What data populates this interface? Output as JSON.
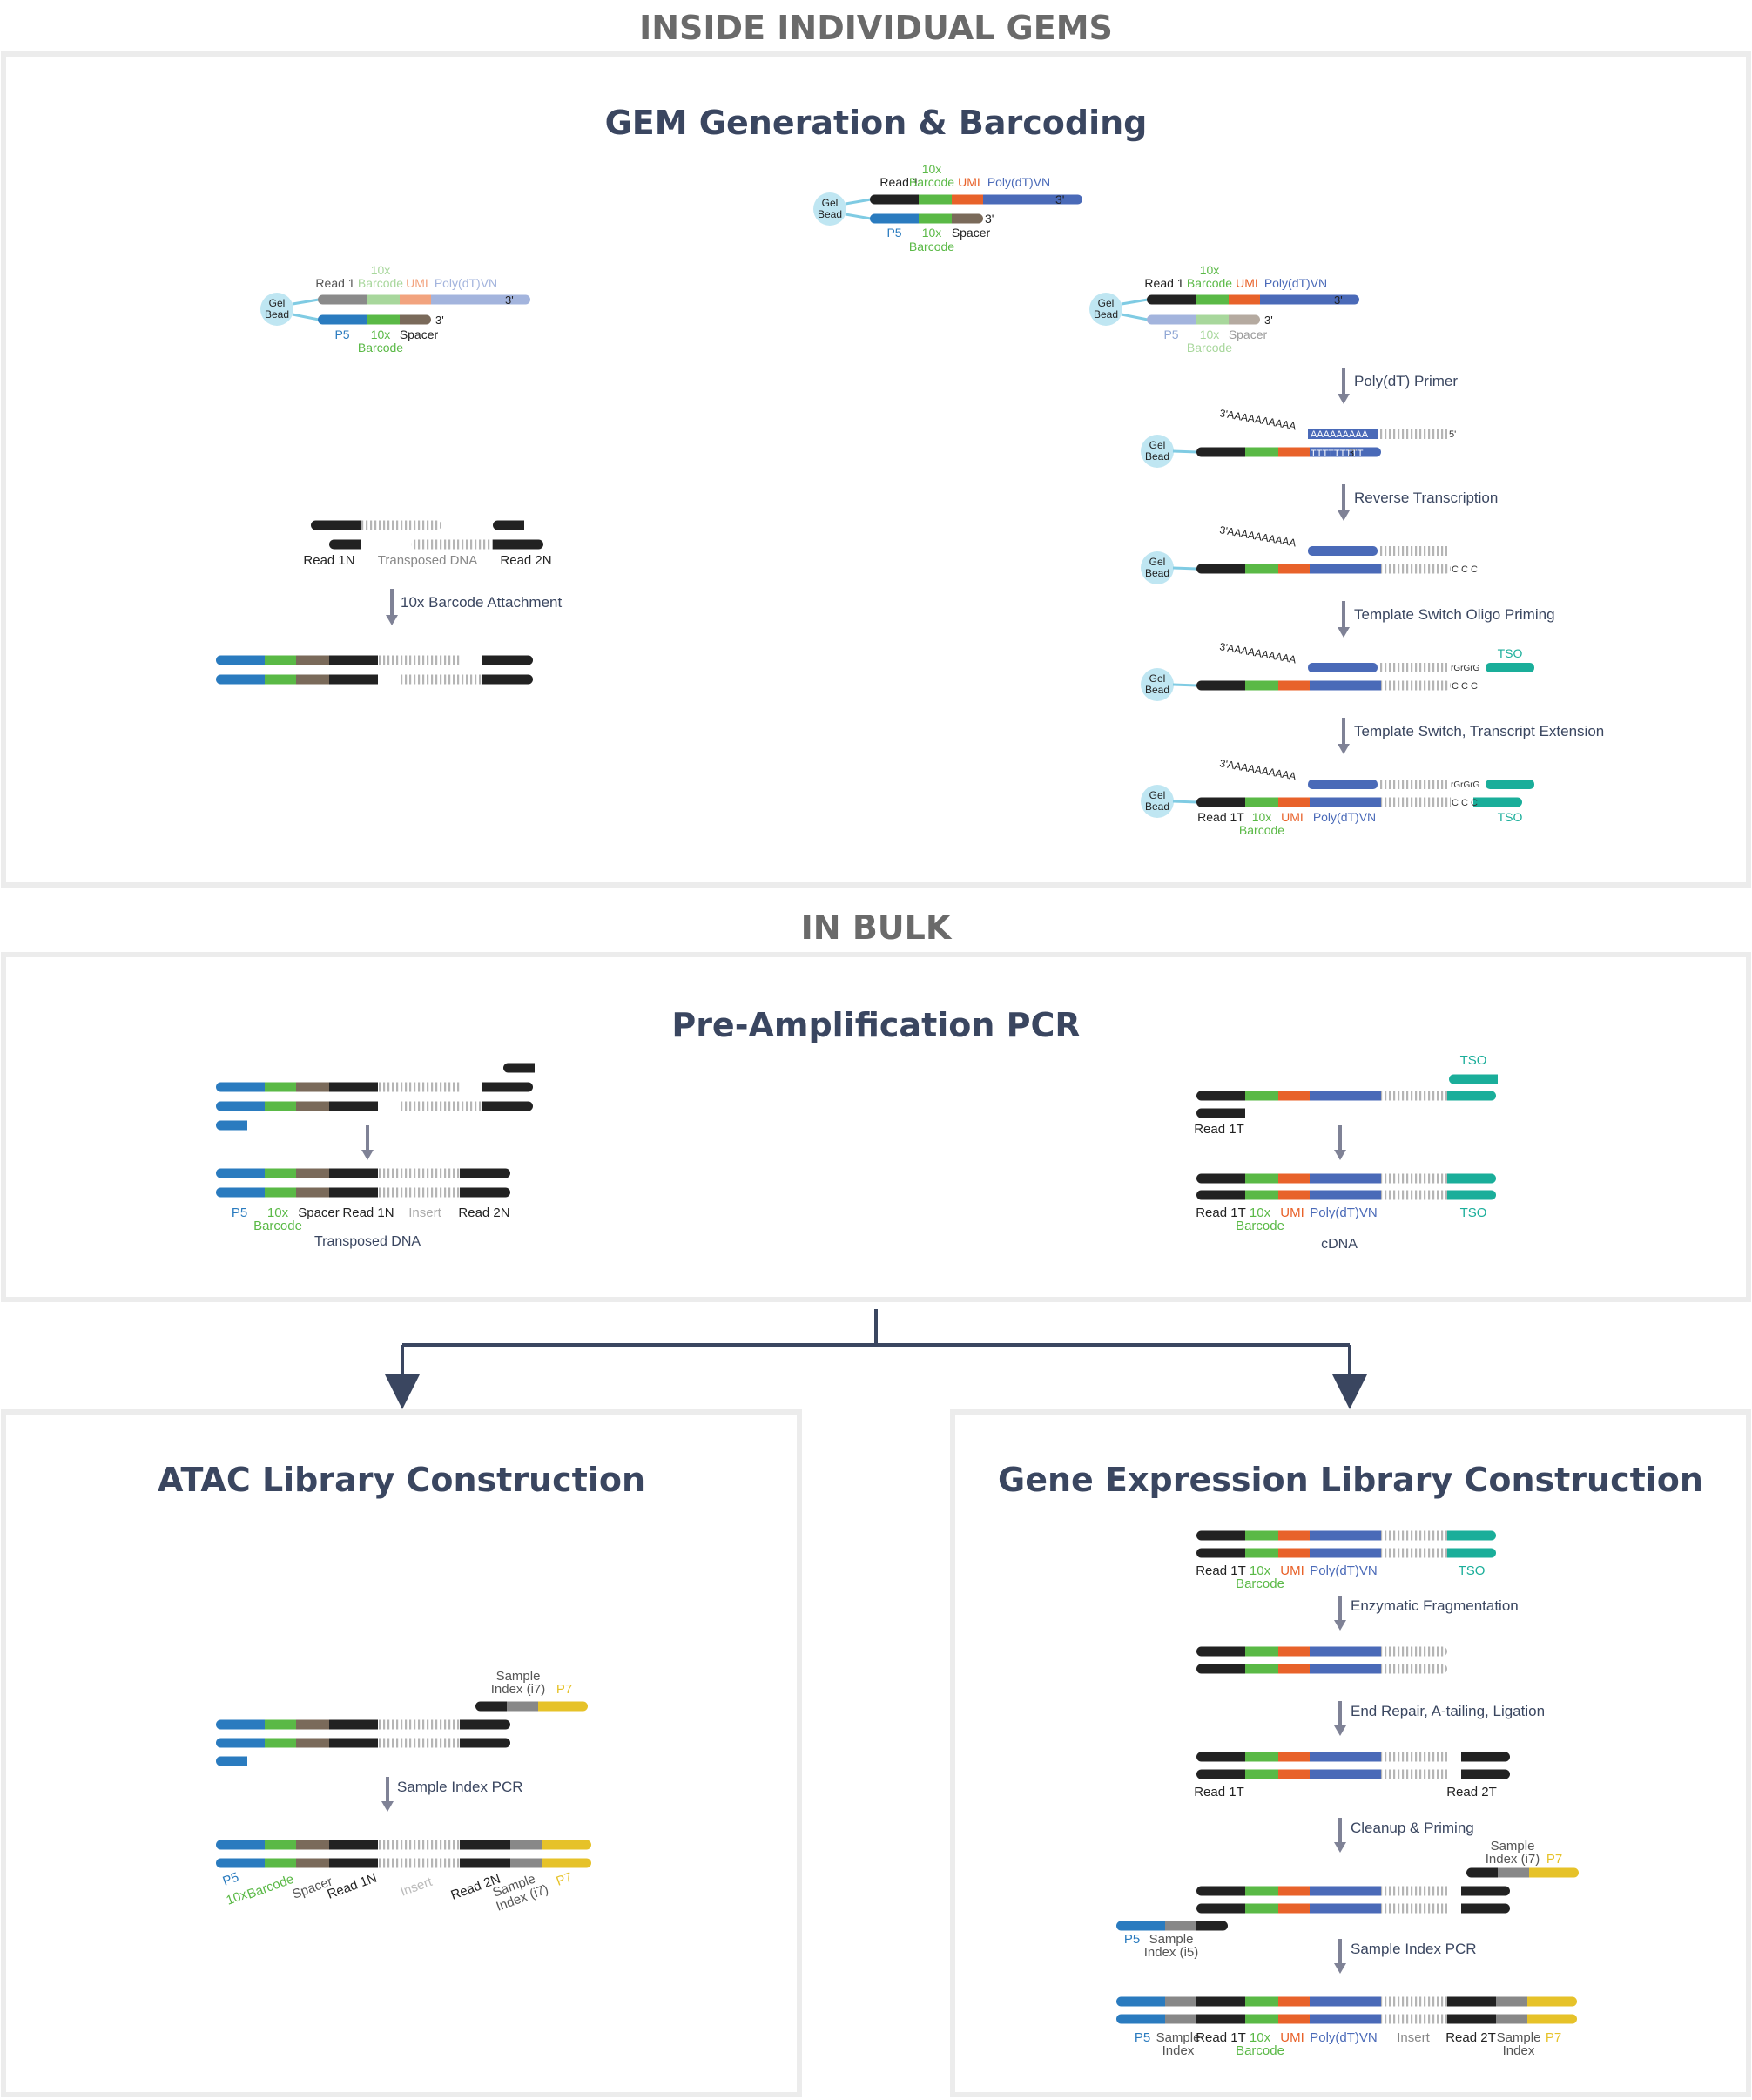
{
  "colors": {
    "p5": "#2a7bbf",
    "barcode": "#5ab946",
    "spacer": "#7a6a5a",
    "read": "#222222",
    "umi": "#e8622a",
    "polydt": "#4a6ab8",
    "tso": "#1aae9a",
    "p7": "#e6c229",
    "index": "#888888",
    "bead": "#bfe6f2",
    "arrow": "#7f8296",
    "title": "#3a4660",
    "header": "#6a6a6a",
    "border": "#ececec"
  },
  "headers": {
    "inside": "INSIDE INDIVIDUAL GEMS",
    "bulk": "IN BULK"
  },
  "titles": {
    "gem": "GEM Generation & Barcoding",
    "preamp": "Pre-Amplification PCR",
    "atac": "ATAC Library Construction",
    "gex": "Gene Expression Library Construction"
  },
  "labels": {
    "gel": "Gel",
    "bead": "Bead",
    "read1": "Read 1",
    "tenx": "10x",
    "barcode": "Barcode",
    "umi": "UMI",
    "polydtvn": "Poly(dT)VN",
    "three_prime": "3'",
    "p5": "P5",
    "spacer": "Spacer",
    "read1n": "Read 1N",
    "read2n": "Read 2N",
    "transposed_dna": "Transposed DNA",
    "insert": "Insert",
    "read1t": "Read 1T",
    "read2t": "Read 2T",
    "tso": "TSO",
    "cdna": "cDNA",
    "sample": "Sample",
    "index_i7": "Index (i7)",
    "index_i5": "Index (i5)",
    "index": "Index",
    "p7": "P7",
    "seq_a": "3'AAAAAAAAAA",
    "seq_ta": "AAAAAAAAA",
    "seq_tt": "TTTTTTTTT",
    "seq_5p": "5'",
    "seq_ccc": "C C C",
    "seq_rgrgrg": "rGrGrG"
  },
  "steps": {
    "polydt_primer": "Poly(dT) Primer",
    "rt": "Reverse Transcription",
    "tso_priming": "Template Switch Oligo Priming",
    "tso_ext": "Template Switch, Transcript Extension",
    "barcode_attach": "10x Barcode Attachment",
    "sample_index_pcr": "Sample Index PCR",
    "enz_frag": "Enzymatic Fragmentation",
    "end_repair": "End Repair, A-tailing, Ligation",
    "cleanup": "Cleanup & Priming"
  }
}
